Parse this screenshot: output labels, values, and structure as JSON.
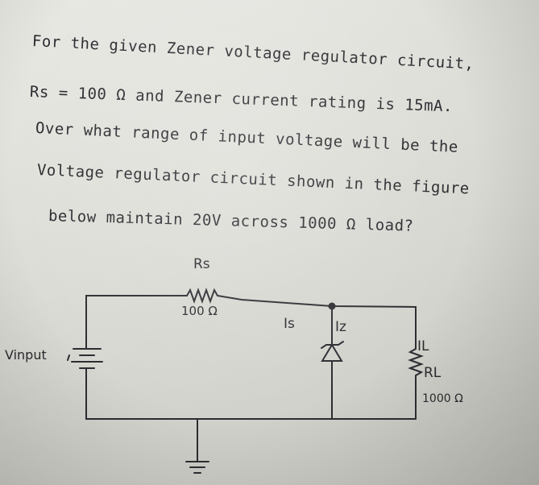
{
  "question": {
    "line1": "For the given Zener voltage regulator circuit,",
    "line2": "Rs = 100 Ω and Zener current rating is 15mA.",
    "line3": "Over what range of input voltage will be the",
    "line4": "Voltage regulator circuit shown in the figure",
    "line5": "below maintain 20V across 1000 Ω load?"
  },
  "circuit": {
    "rs_label": "Rs",
    "rs_value": "100 Ω",
    "is_label": "Is",
    "iz_label": "Iz",
    "il_label": "IL",
    "rl_label": "RL",
    "rl_value": "1000 Ω",
    "vin_label": "Vinput"
  }
}
